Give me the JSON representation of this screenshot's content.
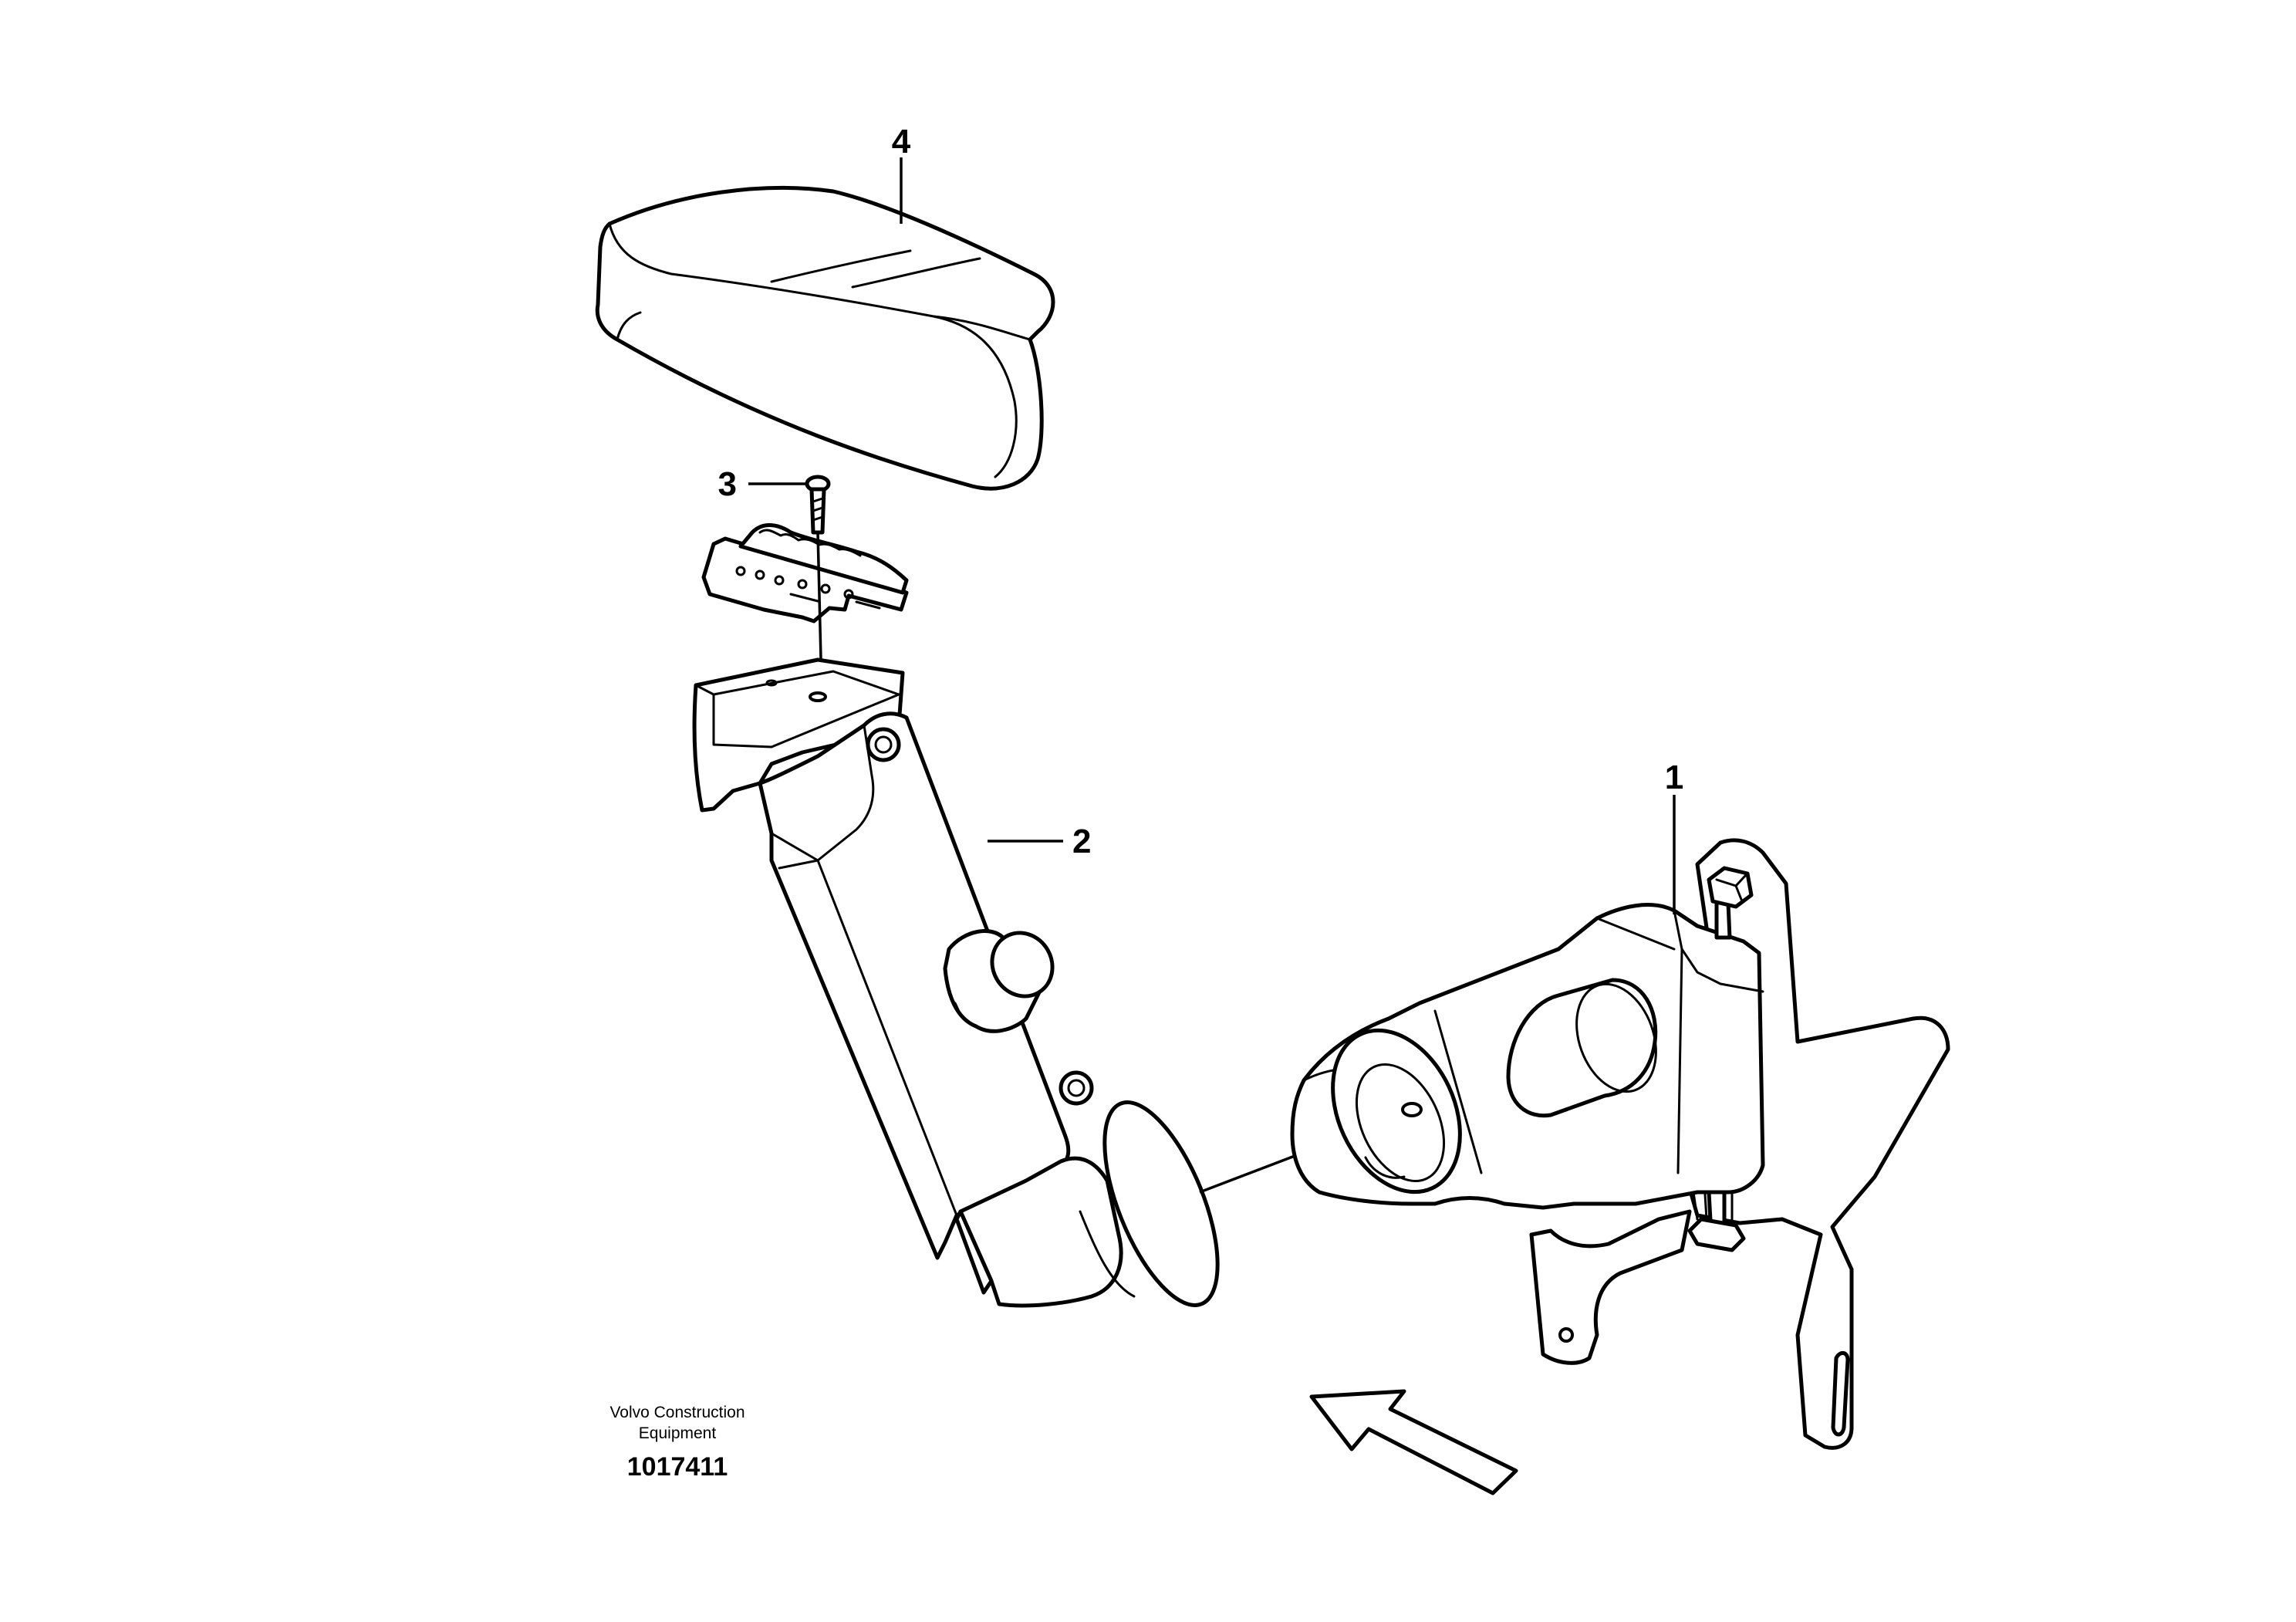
{
  "callouts": [
    {
      "id": "1",
      "label": "1"
    },
    {
      "id": "2",
      "label": "2"
    },
    {
      "id": "3",
      "label": "3"
    },
    {
      "id": "4",
      "label": "4"
    }
  ],
  "footer": {
    "company_line1": "Volvo Construction",
    "company_line2": "Equipment",
    "document_number": "1017411"
  },
  "colors": {
    "line": "#000000",
    "background": "#ffffff"
  },
  "icons": {
    "view_direction": "view-direction-arrow-icon"
  }
}
